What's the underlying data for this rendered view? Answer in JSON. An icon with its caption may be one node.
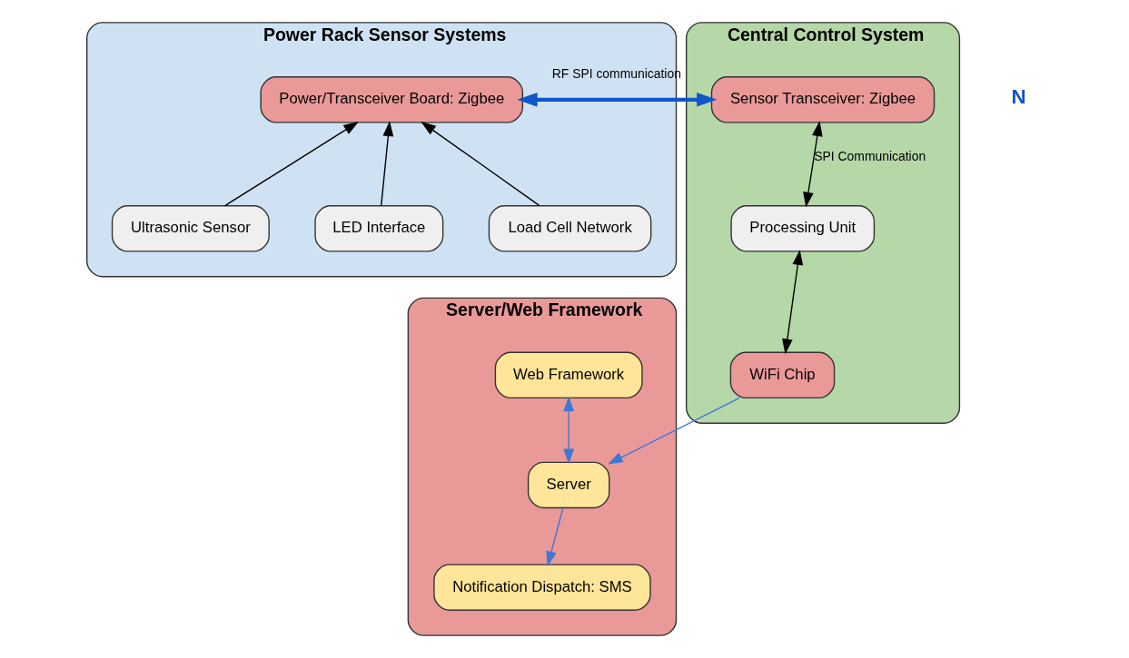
{
  "diagram": {
    "nodes": [
      {
        "text": [
          "Power Rack Sensor Systems"
        ]
      },
      {
        "text": [
          "Power/Transceiver Board: Zigbee"
        ],
        "in": 0
      },
      {
        "text": [
          "Ultrasonic Sensor"
        ],
        "in": 0
      },
      {
        "text": [
          "LED Interface"
        ],
        "in": 0
      },
      {
        "text": [
          "Load Cell Network"
        ],
        "in": 0
      },
      {
        "text": [
          "Server/Web Framework"
        ]
      },
      {
        "text": [
          "Web Framework"
        ],
        "in": 5
      },
      {
        "text": [
          "Server"
        ],
        "in": 5
      },
      {
        "text": [
          "Notification Dispatch: SMS"
        ],
        "in": 5
      },
      {
        "text": [
          "Central Control System"
        ]
      },
      {
        "text": [
          "Sensor Transceiver: Zigbee"
        ],
        "in": 9
      },
      {
        "text": [
          "Processing Unit"
        ],
        "in": 9
      },
      {
        "text": [
          "WiFi Chip"
        ],
        "in": 9
      }
    ],
    "edges": [
      {
        "from": 2,
        "to": 1,
        "arrow": "to"
      },
      {
        "from": 3,
        "to": 1,
        "arrow": "to"
      },
      {
        "from": 4,
        "to": 1,
        "arrow": "to"
      },
      {
        "from": 1,
        "to": 10,
        "arrow": "both",
        "label": "RF SPI communication",
        "style": "thick",
        "color": "#1155cc"
      },
      {
        "from": 10,
        "to": 11,
        "arrow": "both",
        "label": "SPI Communication"
      },
      {
        "from": 11,
        "to": 12,
        "arrow": "both"
      },
      {
        "from": 6,
        "to": 7,
        "arrow": "both",
        "color": "#3c78d8"
      },
      {
        "from": 7,
        "to": 8,
        "arrow": "to",
        "color": "#3c78d8"
      },
      {
        "from": 12,
        "to": 7,
        "arrow": "to",
        "color": "#3c78d8"
      }
    ],
    "labels": [
      "N"
    ]
  }
}
